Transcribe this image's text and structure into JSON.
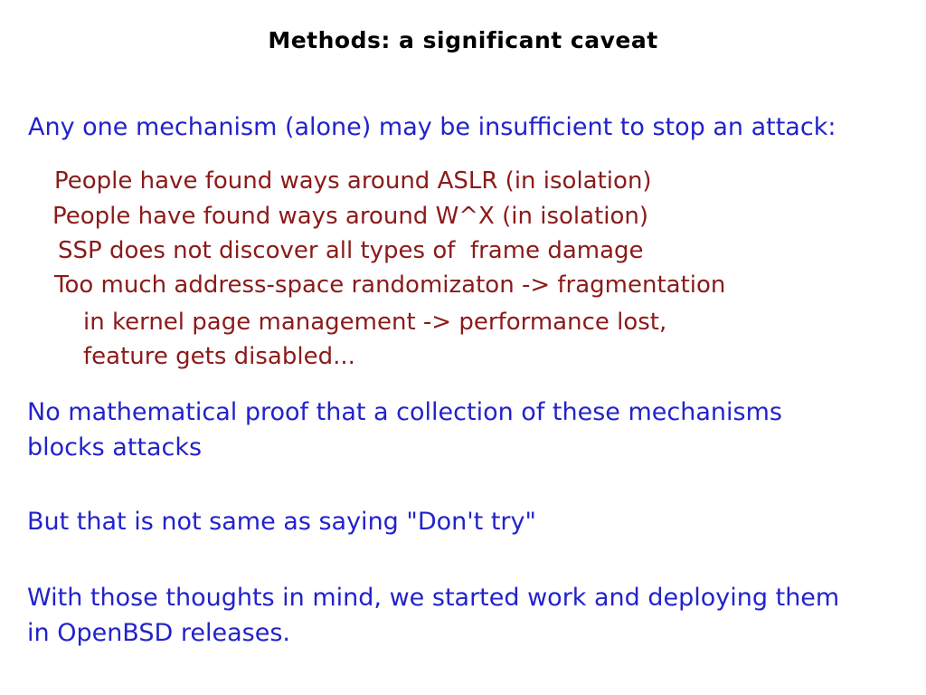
{
  "slide": {
    "title": "Methods: a significant caveat",
    "intro": "Any one mechanism (alone) may be insufficient to stop an attack:",
    "points": [
      "People have found ways around ASLR (in isolation)",
      "People have found ways around W^X (in isolation)",
      "SSP does not discover all types of  frame damage",
      "Too much address-space randomizaton -> fragmentation"
    ],
    "subpoints": [
      "in kernel page management -> performance lost,",
      "feature gets disabled..."
    ],
    "para1_lines": [
      "No mathematical proof that a collection of these mechanisms",
      "blocks attacks"
    ],
    "para2": "But that is not same as saying \"Don't try\"",
    "para3_lines": [
      "With those thoughts in mind, we started work and deploying them",
      "in OpenBSD releases."
    ],
    "colors": {
      "title": "#000000",
      "emphasis_blue": "#2222cc",
      "warning_red": "#8b1a1a",
      "background": "#ffffff"
    }
  }
}
